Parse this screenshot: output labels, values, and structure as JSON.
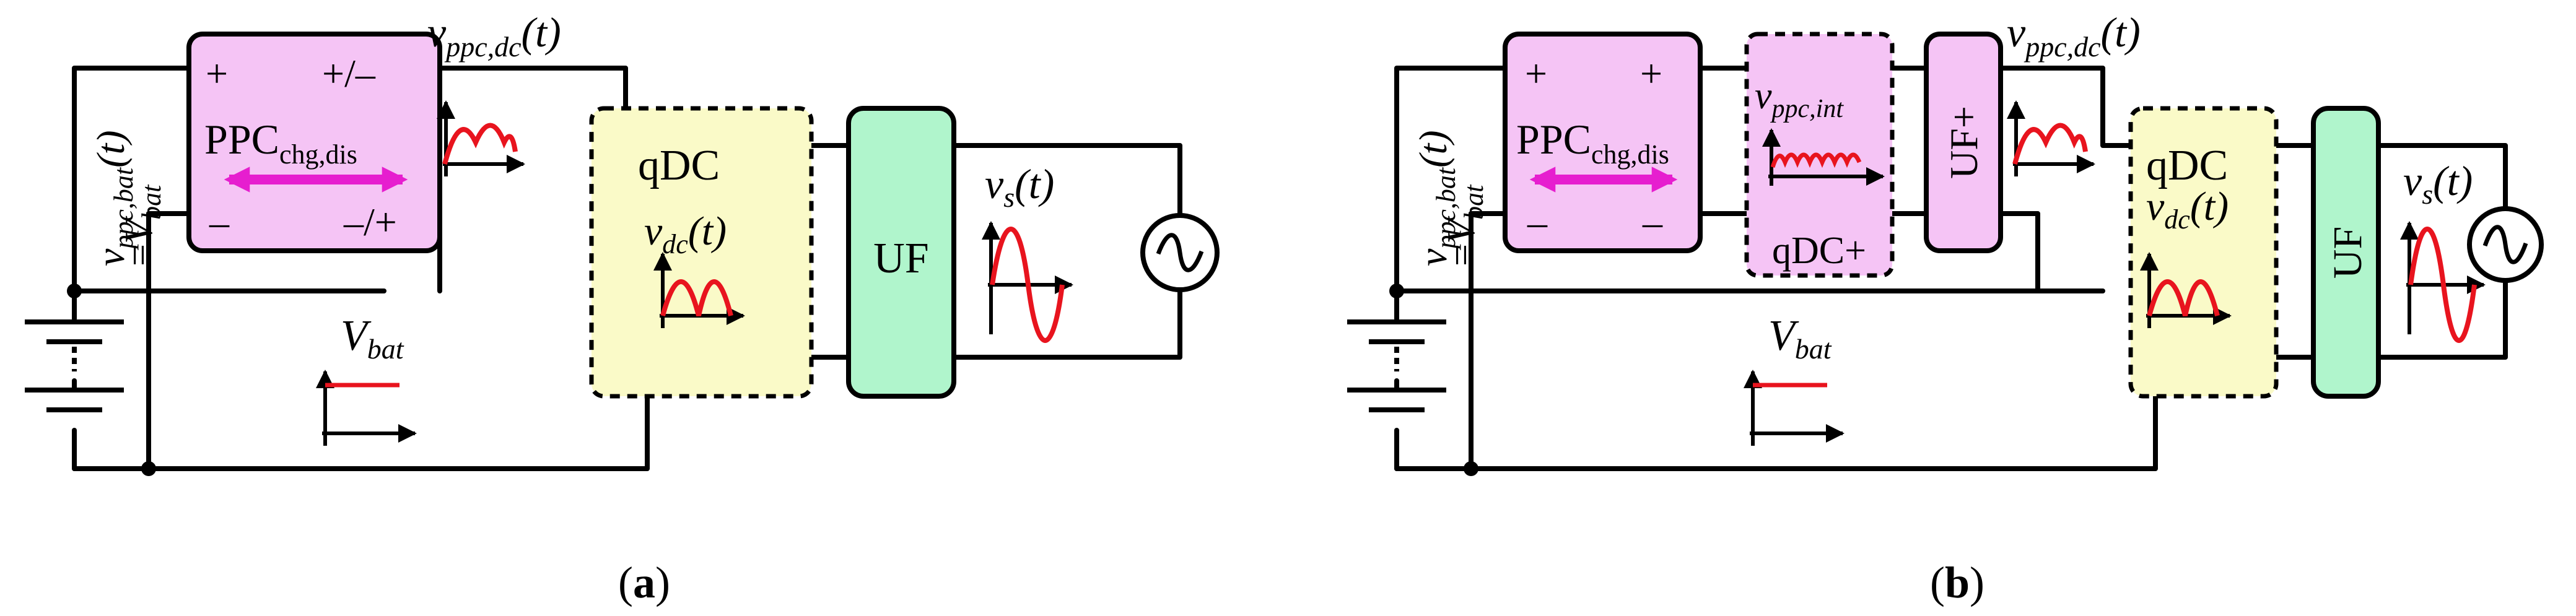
{
  "colors": {
    "ppc_fill": "#f5c4f5",
    "qdc_fill": "#fafac8",
    "uf_fill": "#b0f5cc",
    "wave": "#e8141e",
    "arrow": "#e61ecf",
    "wire": "#000000"
  },
  "panels": [
    {
      "caption_open": "(",
      "caption_letter": "a",
      "caption_close": ")",
      "ppc": {
        "main": "PPC",
        "sub": "chg,dis",
        "tl": "+",
        "tr": "+/–",
        "bl": "–",
        "br": "–/+"
      },
      "v_ppc_dc": {
        "base": "v",
        "sub": "ppc,dc",
        "suffix": "(t)"
      },
      "v_ppc_bat": {
        "base": "v",
        "sub": "ppc,bat",
        "suffix": "(t)"
      },
      "eq_vbat": {
        "eq": "=",
        "base": "V",
        "sub": "bat"
      },
      "qdc": {
        "label": "qDC",
        "v_base": "v",
        "v_sub": "dc",
        "v_suffix": "(t)"
      },
      "uf": "UF",
      "vs": {
        "base": "v",
        "sub": "s",
        "suffix": "(t)"
      },
      "vbat": {
        "base": "V",
        "sub": "bat"
      }
    },
    {
      "caption_open": "(",
      "caption_letter": "b",
      "caption_close": ")",
      "ppc": {
        "main": "PPC",
        "sub": "chg,dis",
        "tl": "+",
        "tr": "+",
        "bl": "–",
        "br": "–"
      },
      "v_ppc_int": {
        "base": "v",
        "sub": "ppc,int"
      },
      "qdc_plus": "qDC+",
      "uf_plus": "UF+",
      "v_ppc_dc": {
        "base": "v",
        "sub": "ppc,dc",
        "suffix": "(t)"
      },
      "v_ppc_bat": {
        "base": "v",
        "sub": "ppc,bat",
        "suffix": "(t)"
      },
      "eq_vbat": {
        "eq": "=",
        "base": "V",
        "sub": "bat"
      },
      "qdc": {
        "label": "qDC",
        "v_base": "v",
        "v_sub": "dc",
        "v_suffix": "(t)"
      },
      "uf": "UF",
      "vs": {
        "base": "v",
        "sub": "s",
        "suffix": "(t)"
      },
      "vbat": {
        "base": "V",
        "sub": "bat"
      }
    }
  ]
}
